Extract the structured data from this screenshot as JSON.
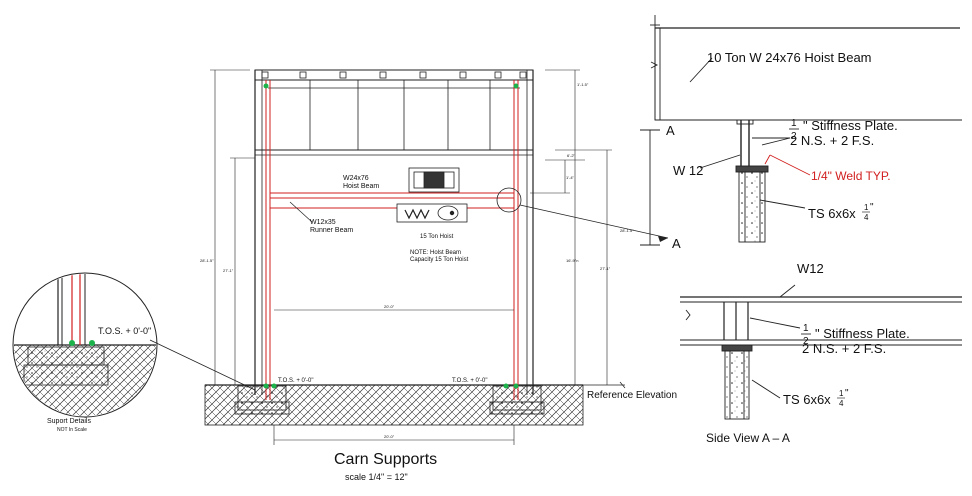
{
  "title": "Carn Supports",
  "scale": "scale 1/4\" = 12\"",
  "labels": {
    "hoist_beam_label": "10 Ton W 24x76 Hoist Beam",
    "stiff_plate_1": "\" Stiffness Plate.",
    "stiff_plate_1b": "2 N.S. + 2 F.S.",
    "stiff_plate_2": "\" Stiffness Plate.",
    "stiff_plate_2b": "2 N.S. + 2 F.S.",
    "half": "1",
    "half_den": "2",
    "w12_left": "W 12",
    "weld": "1/4\" Weld TYP.",
    "ts_top": "TS 6x6x",
    "ts_bottom": "TS 6x6x",
    "quarter_num": "1",
    "quarter_den": "4",
    "w12_right": "W12",
    "section_a_top": "A",
    "section_a_bottom": "A",
    "side_view": "Side View A – A",
    "ref_elev": "Reference Elevation",
    "w24_title": "W24x76",
    "w24_sub": "Hoist Beam",
    "w12x35": "W12x35",
    "runner": "Runner Beam",
    "hoist_15": "15 Ton Hoist",
    "note_1": "NOTE: Holst Beam",
    "note_2": "Capacity 15 Ton Hoist",
    "tos_left": "T.O.S. + 0'-0\"",
    "tos_right": "T.O.S. + 0'-0\"",
    "tos_detail": "T.O.S. + 0'-0\"",
    "support_details": "Suport Details",
    "not_to_scale": "NOT In Scale",
    "dim_top": "1'-1.5\"",
    "dim_hoist": "1'-4\"",
    "dim_span": "6'-2\"",
    "dim_left_outer": "28'-1.5\"",
    "dim_left_inner": "27'-1\"",
    "dim_right_outer": "28'-1.5\"",
    "dim_right_inner": "27'-1\"",
    "dim_right_mid": "16'-9\"n",
    "dim_width_mid": "20'-0\"",
    "dim_width_bottom": "20'-0\""
  }
}
